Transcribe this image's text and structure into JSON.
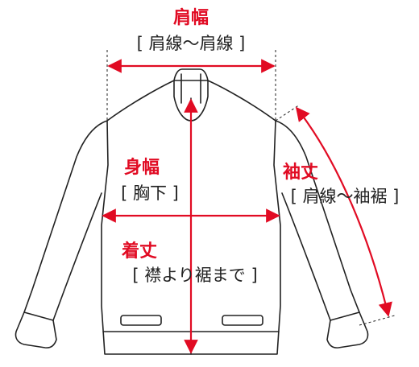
{
  "colors": {
    "accent": "#e10b23",
    "stroke": "#222222",
    "background": "#ffffff"
  },
  "shoulder_width": {
    "title": "肩幅",
    "note": "[ 肩線〜肩線 ]"
  },
  "chest_width": {
    "title": "身幅",
    "note": "[ 胸下 ]"
  },
  "sleeve_length": {
    "title": "袖丈",
    "note": "[ 肩線〜袖裾 ]"
  },
  "body_length": {
    "title": "着丈",
    "note": "[ 襟より裾まで ]"
  }
}
